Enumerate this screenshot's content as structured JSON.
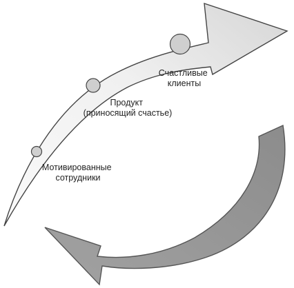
{
  "diagram": {
    "colors": {
      "upper_arrow_fill_light": "#fafafa",
      "upper_arrow_fill_dark": "#d6d6d6",
      "upper_arrow_stroke": "#444444",
      "lower_arrow_fill": "#8c8c8c",
      "lower_arrow_fill_light": "#a2a2a2",
      "lower_arrow_stroke": "#555555",
      "circle_fill": "#cfcfcf",
      "circle_stroke": "#444444",
      "text": "#222222"
    },
    "stages": [
      {
        "id": "employees",
        "lines": [
          "Мотивированные",
          "сотрудники"
        ]
      },
      {
        "id": "product",
        "lines": [
          "Продукт",
          "(приносящий счастье)"
        ]
      },
      {
        "id": "customers",
        "lines": [
          "Счастливые",
          "клиенты"
        ]
      }
    ]
  }
}
